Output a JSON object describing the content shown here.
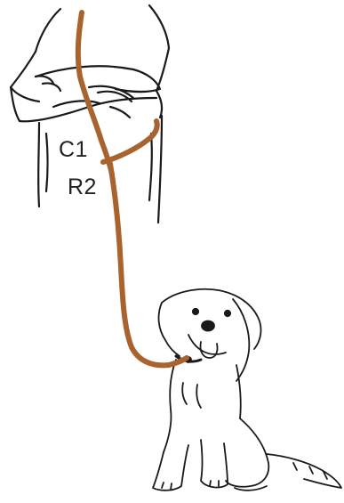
{
  "labels": {
    "clip_point": "C1",
    "ring_point": "R2"
  },
  "colors": {
    "leash": "#a9632f",
    "outline": "#1a1a1a",
    "background": "#ffffff"
  },
  "illustration": {
    "person": "person-torso-arms-crossed",
    "dog": "sitting-fluffy-dog",
    "leash": "leash-looped-around-torso-to-dog-collar"
  }
}
